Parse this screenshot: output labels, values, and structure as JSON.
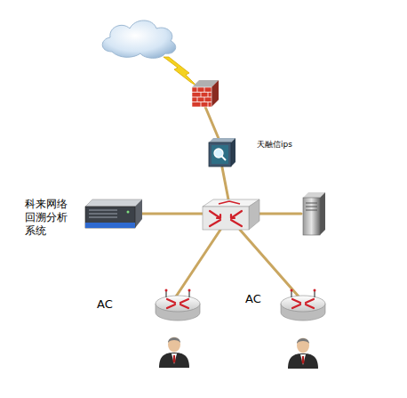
{
  "diagram": {
    "nodes": [
      {
        "text": [
          "天融信ips"
        ]
      },
      {
        "text": [
          "科来网络 回溯分析 系统"
        ]
      },
      {
        "text": [
          "AC"
        ]
      },
      {
        "text": [
          "AC"
        ]
      }
    ]
  }
}
